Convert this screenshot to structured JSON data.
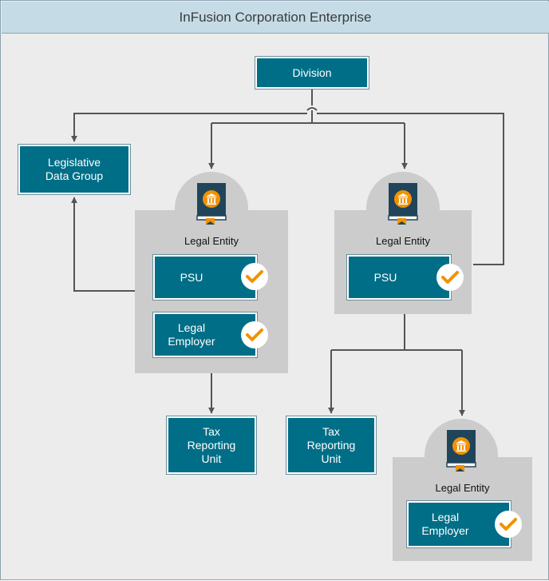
{
  "title": "InFusion Corporation Enterprise",
  "division": {
    "label": "Division"
  },
  "legislative_data_group": {
    "label": "Legislative\nData Group"
  },
  "legal_entities": [
    {
      "label": "Legal Entity",
      "psu": "PSU",
      "legal_employer": "Legal\nEmployer",
      "tax_reporting_unit": "Tax\nReporting\nUnit"
    },
    {
      "label": "Legal Entity",
      "psu": "PSU",
      "tax_reporting_unit": "Tax\nReporting\nUnit"
    },
    {
      "label": "Legal Entity",
      "legal_employer": "Legal\nEmployer"
    }
  ],
  "icons": {
    "legal_entity": "bank-book-icon",
    "status": "checkmark-icon"
  },
  "colors": {
    "box_fill": "#006e87",
    "panel": "#cccccc",
    "connector": "#555555",
    "check": "#f29200",
    "title_bar": "#c5dce7"
  }
}
